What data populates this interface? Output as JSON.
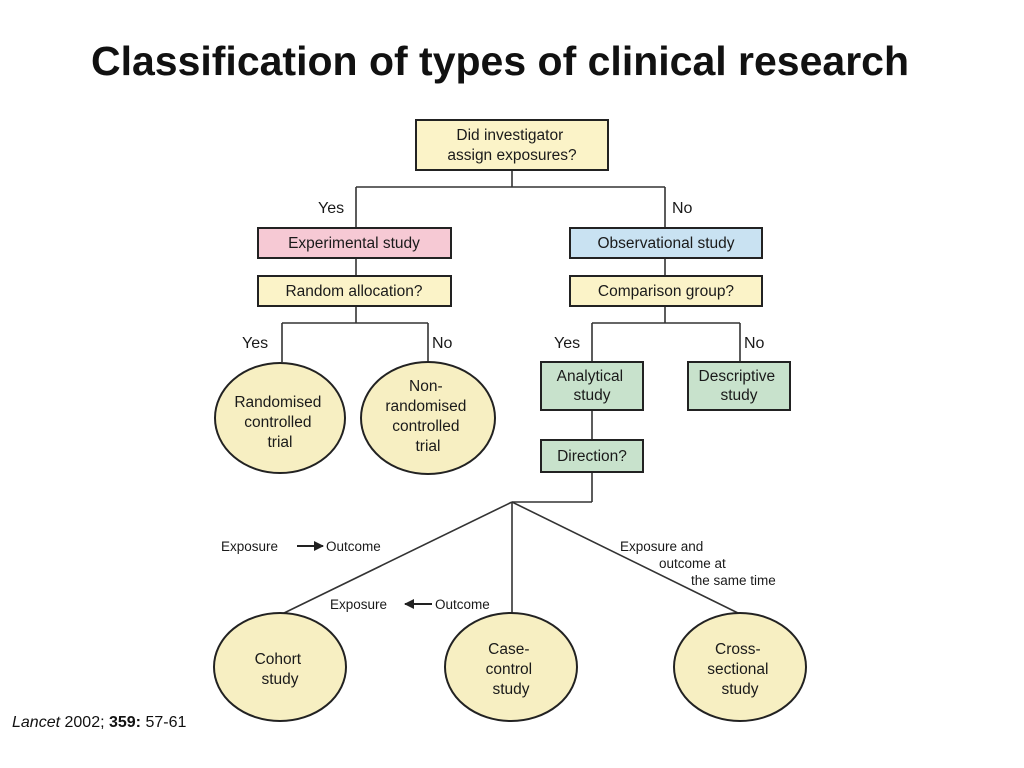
{
  "title": "Classification of types of clinical research",
  "colors": {
    "question": "#fbf3c8",
    "experimental": "#f6c9d4",
    "observational": "#c9e2f2",
    "observational_type": "#c8e2cc",
    "trial_and_design": "#f7efc2",
    "line": "#333333"
  },
  "nodes": {
    "root": [
      "Did investigator",
      "assign exposures?"
    ],
    "experimental": [
      "Experimental study"
    ],
    "observational": [
      "Observational study"
    ],
    "random_allocation": [
      "Random allocation?"
    ],
    "comparison_group": [
      "Comparison group?"
    ],
    "rct": [
      "Randomised",
      "controlled",
      "trial"
    ],
    "non_rct": [
      "Non-",
      "randomised",
      "controlled",
      "trial"
    ],
    "analytical": [
      "Analytical",
      "study"
    ],
    "descriptive": [
      "Descriptive",
      "study"
    ],
    "direction": [
      "Direction?"
    ],
    "cohort": [
      "Cohort",
      "study"
    ],
    "case_control": [
      "Case-",
      "control",
      "study"
    ],
    "cross_sectional": [
      "Cross-",
      "sectional",
      "study"
    ]
  },
  "edge_labels": {
    "root_yes": "Yes",
    "root_no": "No",
    "random_yes": "Yes",
    "random_no": "No",
    "comparison_yes": "Yes",
    "comparison_no": "No"
  },
  "direction_labels": {
    "cohort_from": "Exposure",
    "cohort_to": "Outcome",
    "case_control_from": "Exposure",
    "case_control_to": "Outcome",
    "cross_sectional": [
      "Exposure and",
      "outcome at",
      "the same time"
    ]
  },
  "citation": {
    "journal": "Lancet",
    "year": " 2002; ",
    "volume": "359:",
    "pages": " 57-61"
  }
}
